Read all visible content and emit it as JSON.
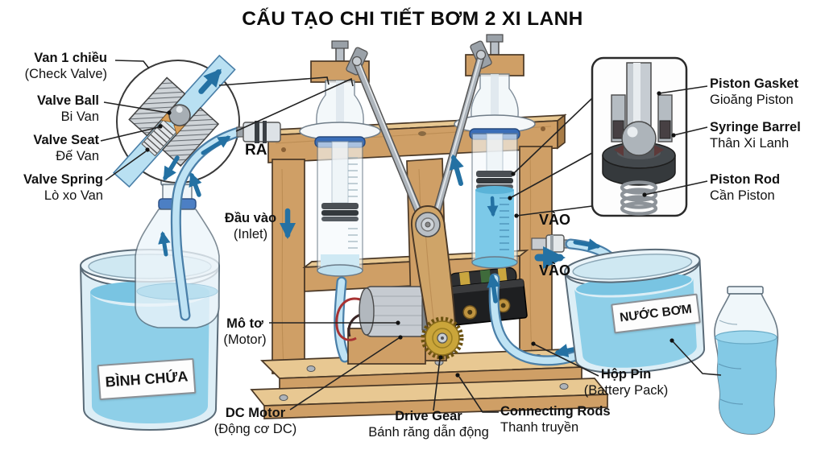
{
  "title": "CẤU TẠO CHI TIẾT BƠM 2 XI LANH",
  "callouts": {
    "check_valve": {
      "line1": "Van 1 chiều",
      "line2": "(Check Valve)"
    },
    "valve_ball": {
      "line1": "Valve Ball",
      "line2": "Bi Van"
    },
    "valve_seat": {
      "line1": "Valve Seat",
      "line2": "Đế Van"
    },
    "valve_spring": {
      "line1": "Valve Spring",
      "line2": "Lò xo Van"
    },
    "piston_gasket": {
      "line1": "Piston Gasket",
      "line2": "Gioăng Piston"
    },
    "syringe_barrel": {
      "line1": "Syringe Barrel",
      "line2": "Thân Xi Lanh"
    },
    "piston_rod": {
      "line1": "Piston Rod",
      "line2": "Cần Piston"
    },
    "inlet": {
      "line1": "Đầu vào",
      "line2": "(Inlet)"
    },
    "motor": {
      "line1": "Mô tơ",
      "line2": "(Motor)"
    },
    "dc_motor": {
      "line1": "DC Motor",
      "line2": "(Động cơ DC)"
    },
    "drive_gear": {
      "line1": "Drive Gear",
      "line2": "Bánh răng dẫn động"
    },
    "connecting_rods": {
      "line1": "Connecting Rods",
      "line2": "Thanh truyền"
    },
    "battery_pack": {
      "line1": "Hộp Pin",
      "line2": "(Battery Pack)"
    }
  },
  "ports": {
    "out": "RA",
    "in_top": "VÀO",
    "in_bottom": "VÀO"
  },
  "containers": {
    "reservoir": "BÌNH CHỨA",
    "pumped": "NƯỚC BƠM"
  },
  "colors": {
    "water": "#8ecfe8",
    "tube": "#bfe3f4",
    "arrow_blue": "#2471a3",
    "wood": "#cf9f66",
    "wood_light": "#e8c892",
    "metal": "#b9c0c7",
    "gear_gold": "#caa53a",
    "battery_black": "#1e1f21",
    "outline": "#222222"
  }
}
